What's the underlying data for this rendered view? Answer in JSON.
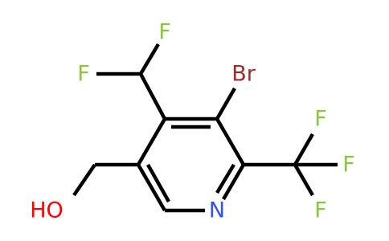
{
  "molecule": {
    "atoms": [
      {
        "id": "F-top",
        "label": "F",
        "color": "#8cc63f"
      },
      {
        "id": "F-left",
        "label": "F",
        "color": "#8cc63f"
      },
      {
        "id": "Br",
        "label": "Br",
        "color": "#a52a2a"
      },
      {
        "id": "F-cf3-top",
        "label": "F",
        "color": "#8cc63f"
      },
      {
        "id": "F-cf3-right",
        "label": "F",
        "color": "#8cc63f"
      },
      {
        "id": "F-cf3-bottom",
        "label": "F",
        "color": "#8cc63f"
      },
      {
        "id": "N",
        "label": "N",
        "color": "#3050f8"
      },
      {
        "id": "HO",
        "label": "HO",
        "color": "#ff0000"
      }
    ]
  }
}
